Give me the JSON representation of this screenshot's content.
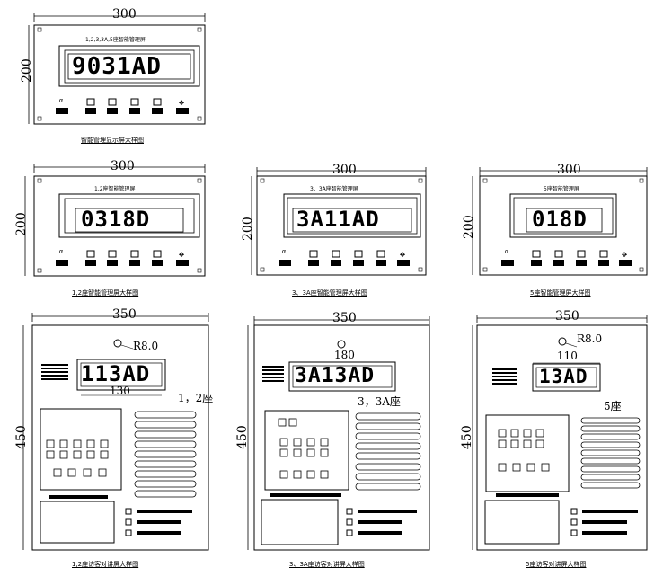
{
  "dims": {
    "w300": "300",
    "h200": "200",
    "w350": "350",
    "h450": "450"
  },
  "panels": [
    {
      "title": "1,2,3,3A,5座智能管理屏",
      "digits": "9031AD",
      "caption": "智能管理显示屏大样图"
    },
    {
      "title": "1,2座智能管理屏",
      "digits": "0318D",
      "caption": "1,2座智能管理屏大样图"
    },
    {
      "title": "3、3A座智能管理屏",
      "digits": "3A11AD",
      "caption": "3、3A座智能管理屏大样图"
    },
    {
      "title": "5座智能管理屏",
      "digits": "018D",
      "caption": "5座智能管理屏大样图"
    }
  ],
  "boards": [
    {
      "digits": "113AD",
      "label": "1，2座",
      "dim_top": "",
      "dim_bottom": "130",
      "radius": "R8.0",
      "caption": "1,2座访客对讲屏大样图"
    },
    {
      "digits": "3A13AD",
      "label": "3，3A座",
      "dim_top": "180",
      "dim_bottom": "",
      "radius": "",
      "caption": "3、3A座访客对讲屏大样图"
    },
    {
      "digits": "13AD",
      "label": "5座",
      "dim_top": "110",
      "dim_bottom": "",
      "radius": "R8.0",
      "caption": "5座访客对讲屏大样图"
    }
  ]
}
